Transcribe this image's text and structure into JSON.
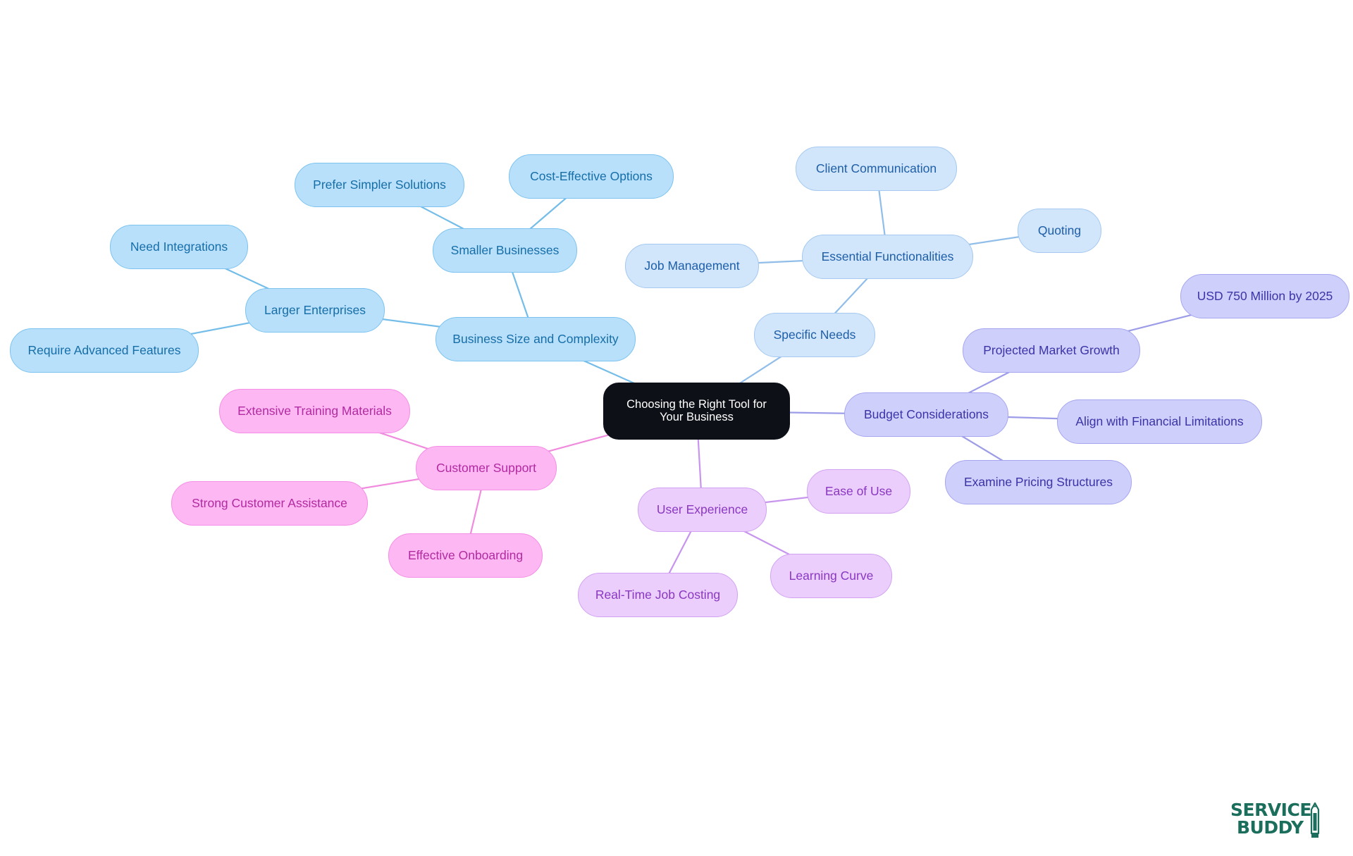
{
  "mindmap": {
    "root": {
      "label": "Choosing the Right Tool for Your Business"
    },
    "branches": [
      {
        "id": "business-size",
        "label": "Business Size and Complexity",
        "colors": {
          "fill": "#b9e0fb",
          "stroke": "#7cc3ef",
          "text": "#156ea8",
          "edge": "#74bde9"
        },
        "children": [
          {
            "label": "Smaller Businesses",
            "children": [
              {
                "label": "Prefer Simpler Solutions"
              },
              {
                "label": "Cost-Effective Options"
              }
            ]
          },
          {
            "label": "Larger Enterprises",
            "children": [
              {
                "label": "Need Integrations"
              },
              {
                "label": "Require Advanced Features"
              }
            ]
          }
        ]
      },
      {
        "id": "specific-needs",
        "label": "Specific Needs",
        "colors": {
          "fill": "#d1e5fb",
          "stroke": "#a5c9f0",
          "text": "#1e5fa8",
          "edge": "#90bde9"
        },
        "children": [
          {
            "label": "Essential Functionalities",
            "children": [
              {
                "label": "Client Communication"
              },
              {
                "label": "Quoting"
              },
              {
                "label": "Job Management"
              }
            ]
          }
        ]
      },
      {
        "id": "budget",
        "label": "Budget Considerations",
        "colors": {
          "fill": "#cfcffc",
          "stroke": "#a6a6ef",
          "text": "#3b34a6",
          "edge": "#9c9ce8"
        },
        "children": [
          {
            "label": "Projected Market Growth",
            "children": [
              {
                "label": "USD 750 Million by 2025"
              }
            ]
          },
          {
            "label": "Align with Financial Limitations"
          },
          {
            "label": "Examine Pricing Structures"
          }
        ]
      },
      {
        "id": "user-experience",
        "label": "User Experience",
        "colors": {
          "fill": "#ebcefc",
          "stroke": "#d2a2f2",
          "text": "#8a38c1",
          "edge": "#c794ee"
        },
        "children": [
          {
            "label": "Ease of Use"
          },
          {
            "label": "Learning Curve"
          },
          {
            "label": "Real-Time Job Costing"
          }
        ]
      },
      {
        "id": "customer-support",
        "label": "Customer Support",
        "colors": {
          "fill": "#fdb7f2",
          "stroke": "#f58ee6",
          "text": "#b22aa0",
          "edge": "#f08bdd"
        },
        "children": [
          {
            "label": "Extensive Training Materials"
          },
          {
            "label": "Strong Customer Assistance"
          },
          {
            "label": "Effective Onboarding"
          }
        ]
      }
    ],
    "root_colors": {
      "fill": "#0d1117",
      "stroke": "#0d1117",
      "text": "#ffffff"
    }
  },
  "logo": {
    "line1": "SERVICE",
    "line2": "BUDDY",
    "color": "#1b6e5c",
    "icon": "pencil-icon"
  }
}
